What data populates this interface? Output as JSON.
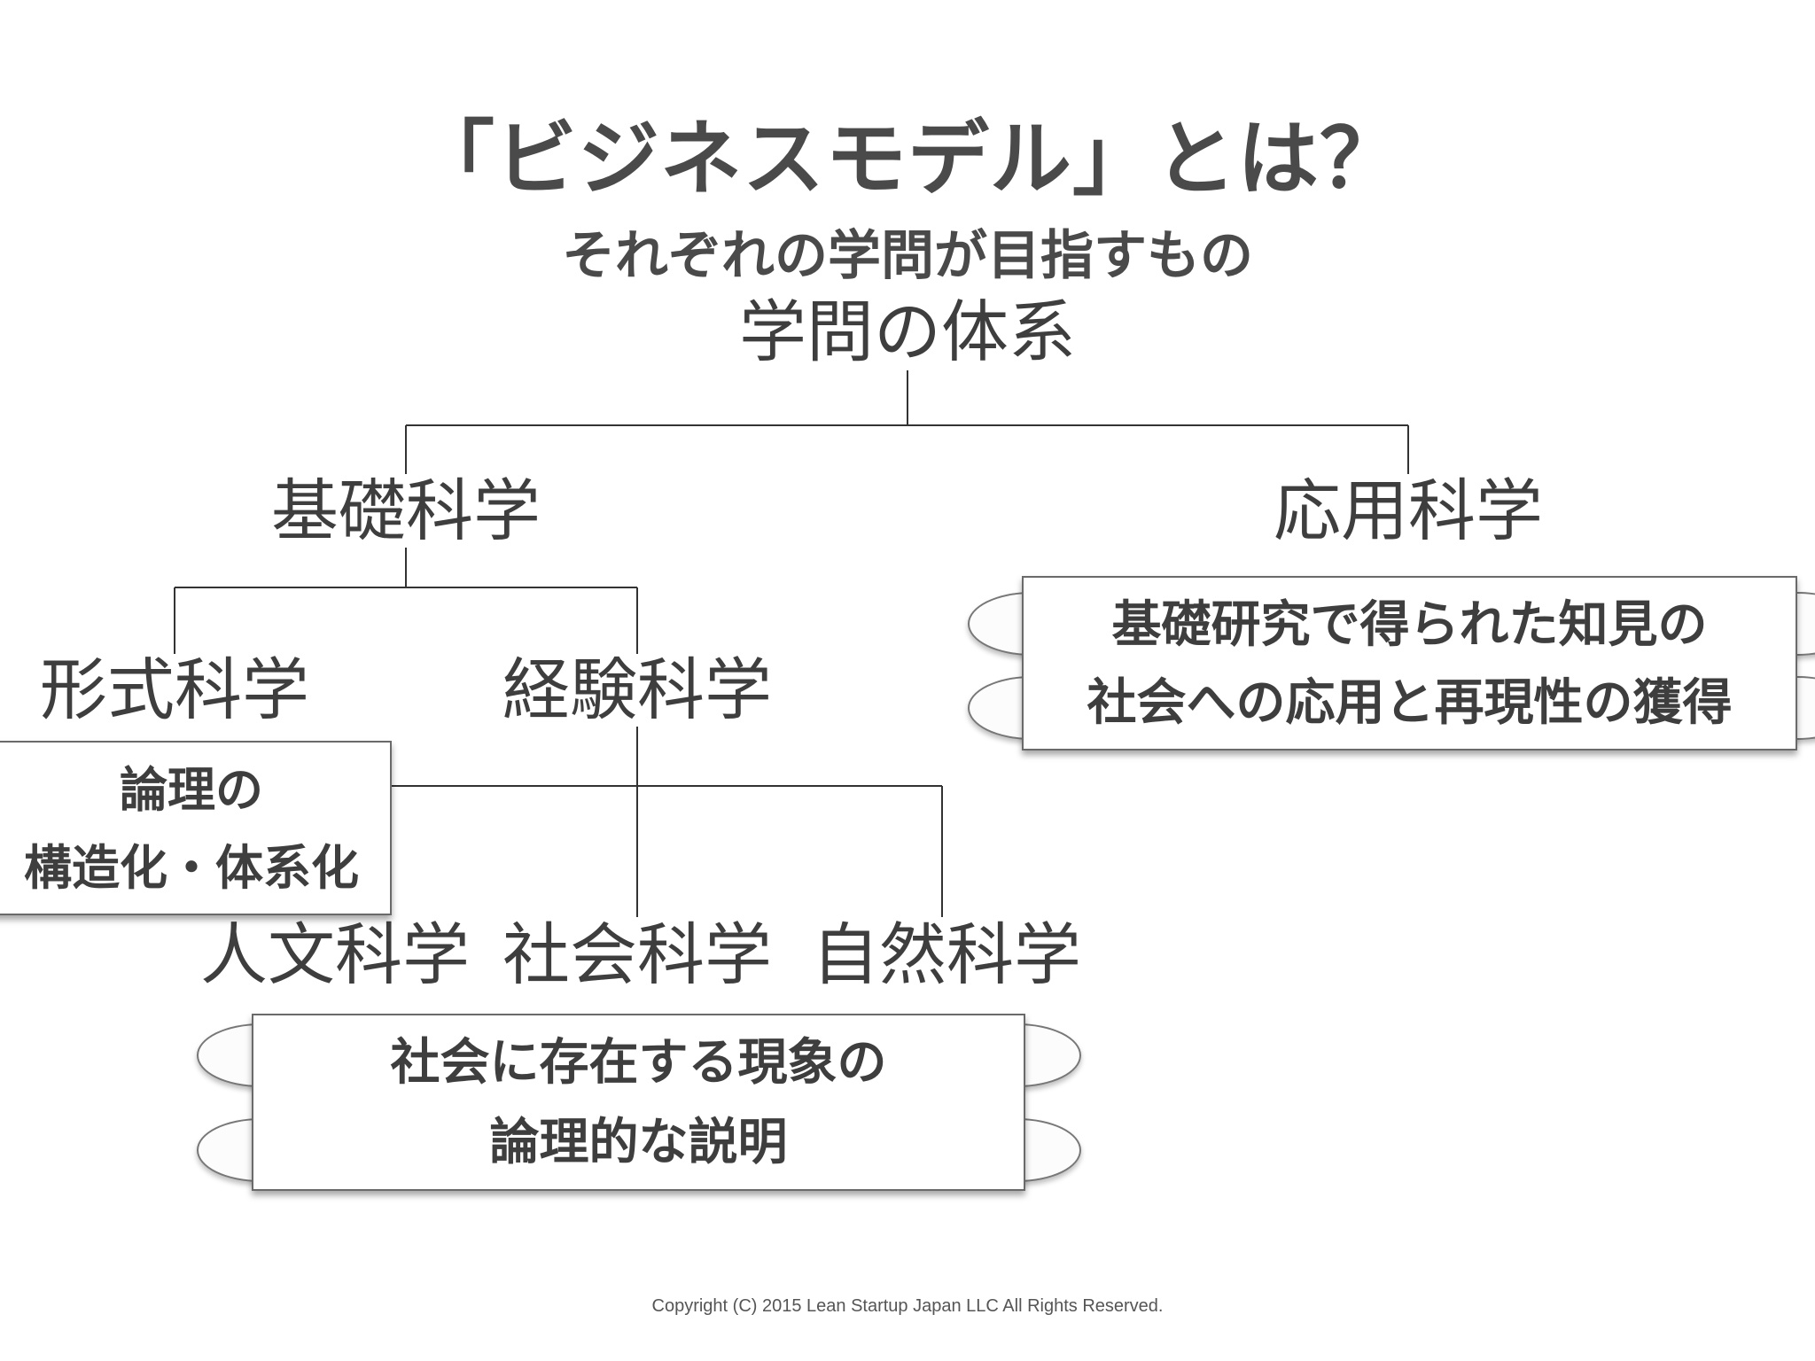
{
  "title": "「ビジネスモデル」とは？",
  "subtitle": "それぞれの学問が目指すもの",
  "tree": {
    "root": "学問の体系",
    "basic_science": "基礎科学",
    "applied_science": "応用科学",
    "formal_science": "形式科学",
    "empirical_science": "経験科学",
    "humanities": "人文科学",
    "social_science": "社会科学",
    "natural_science": "自然科学"
  },
  "callouts": {
    "formal": {
      "line1": "論理の",
      "line2": "構造化・体系化"
    },
    "applied": {
      "line1": "基礎研究で得られた知見の",
      "line2": "社会への応用と再現性の獲得"
    },
    "social": {
      "line1": "社会に存在する現象の",
      "line2": "論理的な説明"
    }
  },
  "footer": {
    "copyright": "Copyright (C) 2015 Lean Startup Japan LLC All Rights Reserved."
  }
}
